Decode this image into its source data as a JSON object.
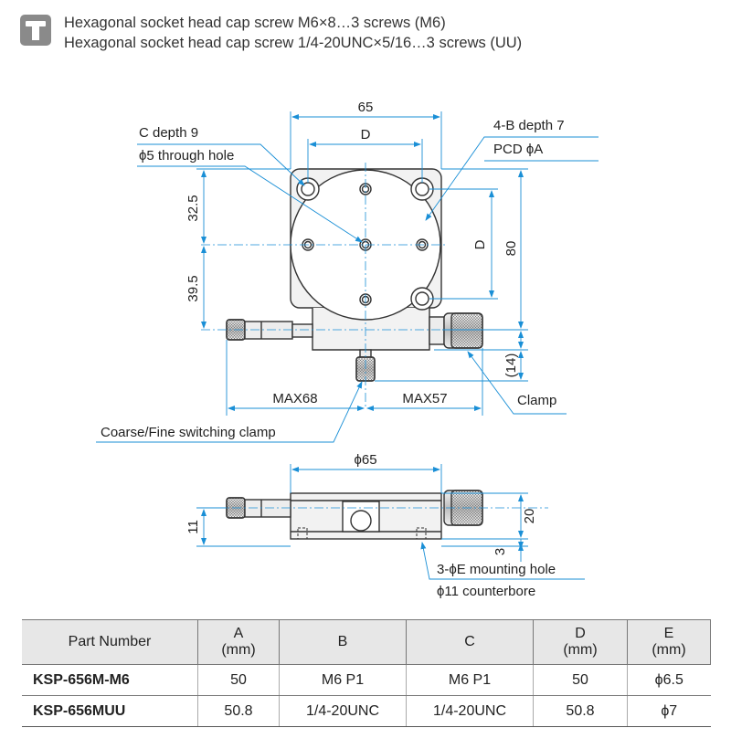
{
  "note": {
    "icon": "hex-key-icon",
    "lines": [
      "Hexagonal socket head cap screw M6×8…3 screws (M6)",
      "Hexagonal socket head cap screw 1/4-20UNC×5/16…3 screws (UU)"
    ]
  },
  "top_view": {
    "dim_width": "65",
    "dim_d_top": "D",
    "dim_d_right": "D",
    "dim_height": "80",
    "dim_upper": "32.5",
    "dim_lower": "39.5",
    "dim_clamp_offset": "(14)",
    "dim_max_left": "MAX68",
    "dim_max_right": "MAX57",
    "label_c_depth": "C depth 9",
    "label_through_hole": "ϕ5 through hole",
    "label_b_depth": "4-B depth 7",
    "label_pcd": "PCD ϕA",
    "label_clamp": "Clamp",
    "label_switch_clamp": "Coarse/Fine switching clamp"
  },
  "side_view": {
    "dim_diameter": "ϕ65",
    "dim_height_right": "20",
    "dim_height_left": "11",
    "dim_bottom": "3",
    "label_mount_hole": "3-ϕE mounting hole",
    "label_counterbore": "ϕ11 counterbore"
  },
  "table": {
    "headers": [
      {
        "line1": "Part Number",
        "line2": ""
      },
      {
        "line1": "A",
        "line2": "(mm)"
      },
      {
        "line1": "B",
        "line2": ""
      },
      {
        "line1": "C",
        "line2": ""
      },
      {
        "line1": "D",
        "line2": "(mm)"
      },
      {
        "line1": "E",
        "line2": "(mm)"
      }
    ],
    "rows": [
      [
        "KSP-656M-M6",
        "50",
        "M6 P1",
        "M6 P1",
        "50",
        "ϕ6.5"
      ],
      [
        "KSP-656MUU",
        "50.8",
        "1/4-20UNC",
        "1/4-20UNC",
        "50.8",
        "ϕ7"
      ]
    ]
  },
  "colors": {
    "dimension_line": "#1a8fd6",
    "outline": "#333333",
    "header_bg": "#e7e7e7",
    "icon_bg": "#8a8a8a"
  }
}
